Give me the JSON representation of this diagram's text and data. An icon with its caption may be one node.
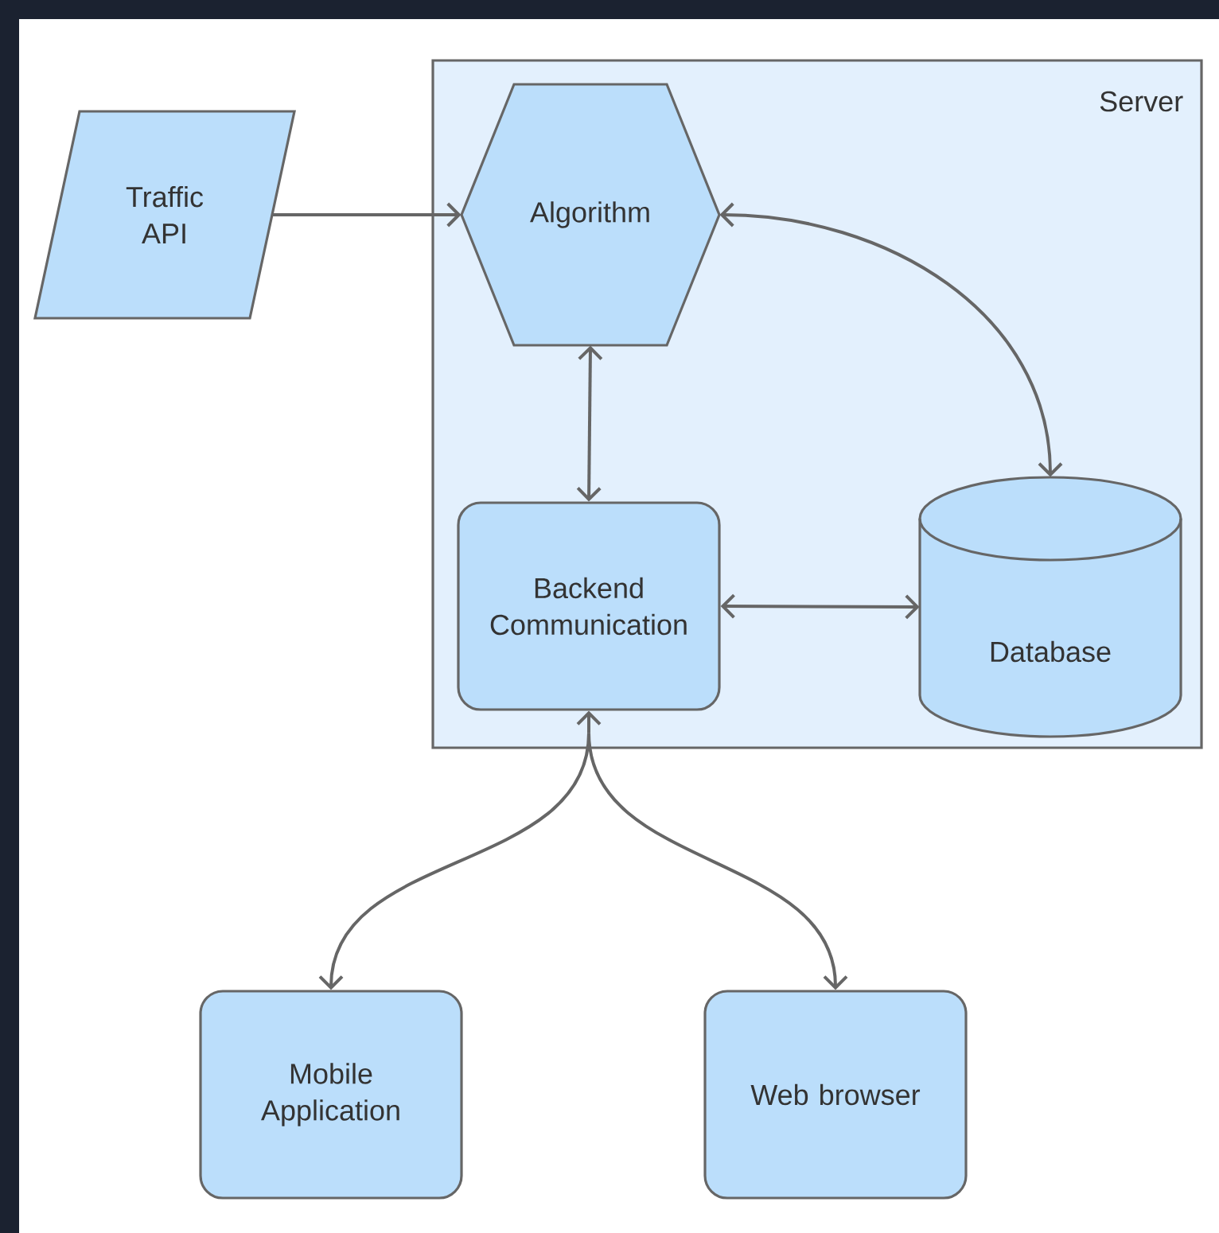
{
  "diagram": {
    "nodes": [
      {
        "text": [
          "Server"
        ]
      },
      {
        "text": [
          "Traffic API"
        ]
      },
      {
        "text": [
          "Algorithm"
        ],
        "in": 0
      },
      {
        "text": [
          "Backend Communication"
        ],
        "in": 0
      },
      {
        "text": [
          "Database"
        ],
        "in": 0
      },
      {
        "text": [
          "Mobile Application"
        ]
      },
      {
        "text": [
          "Web browser"
        ]
      }
    ],
    "edges": [
      {
        "from": 1,
        "to": 2,
        "arrow": "to"
      },
      {
        "from": 2,
        "to": 4,
        "arrow": "both"
      },
      {
        "from": 2,
        "to": 3,
        "arrow": "both"
      },
      {
        "from": 3,
        "to": 4,
        "arrow": "both"
      },
      {
        "from": 3,
        "to": 5,
        "arrow": "both"
      },
      {
        "from": 3,
        "to": 6,
        "arrow": "both"
      }
    ]
  }
}
